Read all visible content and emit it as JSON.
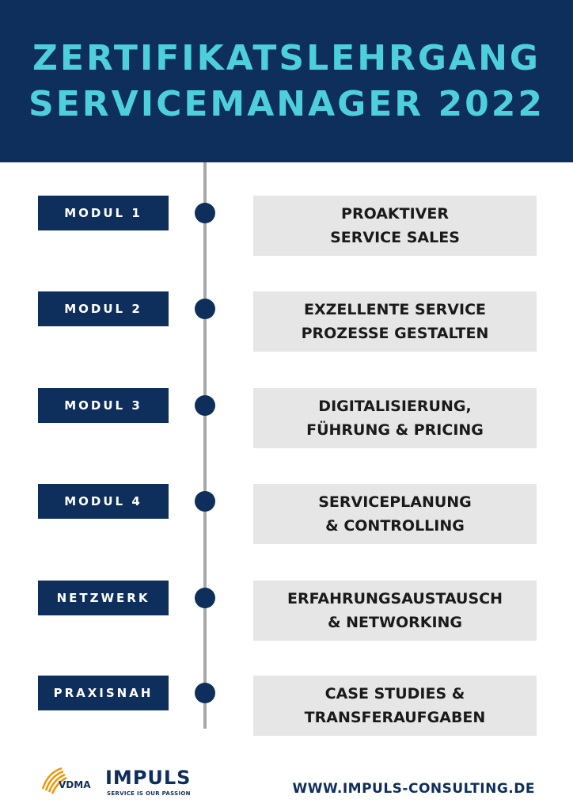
{
  "header": {
    "title_line1": "ZERTIFIKATSLEHRGANG",
    "title_line2": "SERVICEMANAGER 2022"
  },
  "modules": [
    {
      "label": "MODUL 1",
      "lines": [
        "PROAKTIVER",
        "SERVICE SALES"
      ]
    },
    {
      "label": "MODUL 2",
      "lines": [
        "EXZELLENTE SERVICE",
        "PROZESSE GESTALTEN"
      ]
    },
    {
      "label": "MODUL 3",
      "lines": [
        "DIGITALISIERUNG,",
        "FÜHRUNG & PRICING"
      ]
    },
    {
      "label": "MODUL 4",
      "lines": [
        "SERVICEPLANUNG",
        "& CONTROLLING"
      ]
    },
    {
      "label": "NETZWERK",
      "lines": [
        "ERFAHRUNGSAUSTAUSCH",
        "& NETWORKING"
      ]
    },
    {
      "label": "PRAXISNAH",
      "lines": [
        "CASE STUDIES &",
        "TRANSFERAUFGABEN"
      ]
    }
  ],
  "footer": {
    "vdma_logo": "VDMA",
    "impuls_logo": "IMPULS",
    "impuls_slogan": "SERVICE IS OUR PASSION",
    "website": "WWW.IMPULS-CONSULTING.DE"
  },
  "colors": {
    "navy": "#0e2e5c",
    "turquoise": "#4ed0dc",
    "box_gray": "#e6e6e6",
    "line_gray": "#a8a8a8",
    "vdma_orange": "#f39200"
  }
}
